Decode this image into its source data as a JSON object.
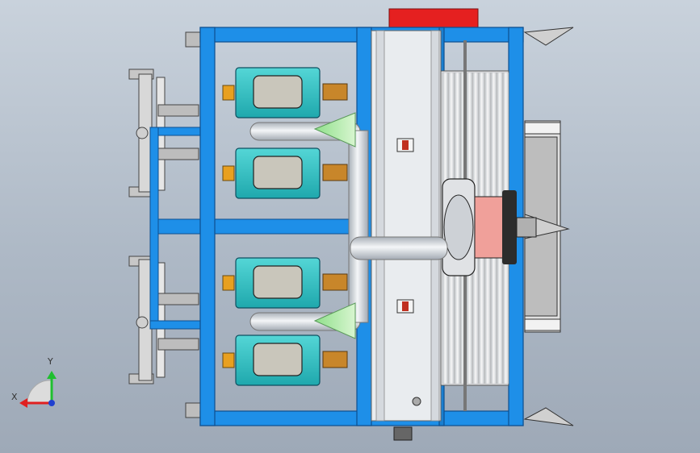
{
  "view": {
    "background_top": "#c9d2dc",
    "background_bottom": "#9ea9b7"
  },
  "machine": {
    "frame_color": "#1e8fe8",
    "frame_edge_color": "#0d4f8f",
    "motor_body_color": "#2ec4c4",
    "motor_window_color": "#c9c6bb",
    "drum_color": "#e8e8e8",
    "duct_color": "#d9dce0",
    "drive_hub_color": "#f0a09a",
    "top_block_color": "#e52020",
    "motor_count": 4
  },
  "triad": {
    "x_label": "X",
    "y_label": "Y",
    "x_color": "#e02020",
    "y_color": "#1fbf2f",
    "z_color": "#2040d0"
  }
}
